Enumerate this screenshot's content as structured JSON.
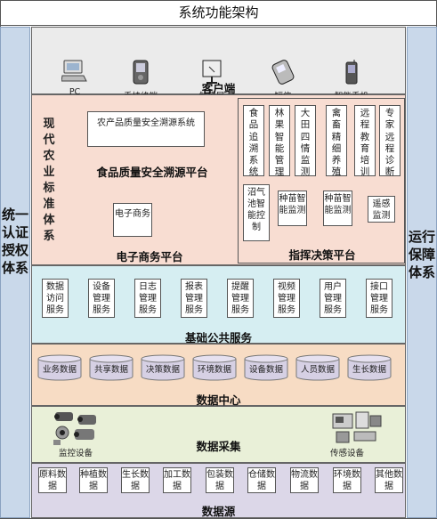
{
  "title": "系统功能架构",
  "left_side": "统一认证授权体系",
  "right_side": "运行保障体系",
  "client": {
    "label": "客户端",
    "devices": [
      {
        "icon": "pc-icon",
        "label": "PC"
      },
      {
        "icon": "handheld-terminal-icon",
        "label": "手持终端"
      },
      {
        "icon": "touchscreen-icon",
        "label": "触摸屏"
      },
      {
        "icon": "sms-phone-icon",
        "label": "短信"
      },
      {
        "icon": "smartphone-icon",
        "label": "智能手机"
      }
    ]
  },
  "standards": {
    "label": "现代农业标准体系"
  },
  "traceability": {
    "label": "食品质量安全溯源平台",
    "box": "农产品质量安全溯源系统"
  },
  "ecommerce": {
    "label": "电子商务平台",
    "box": "电子商务"
  },
  "command": {
    "label": "指挥决策平台",
    "top_boxes": [
      "食品追溯系统",
      "林果智能管理",
      "大田四情监测",
      "禽畜精细养殖",
      "远程教育培训",
      "专家远程诊断"
    ],
    "bottom_boxes": [
      "沼气池智能控制",
      "种苗智能监测",
      "种苗智能监测",
      "遥感监测"
    ]
  },
  "public_services": {
    "label": "基础公共服务",
    "items": [
      "数据访问服务",
      "设备管理服务",
      "日志管理服务",
      "报表管理服务",
      "提醒管理服务",
      "视频管理服务",
      "用户管理服务",
      "接口管理服务"
    ]
  },
  "data_center": {
    "label": "数据中心",
    "items": [
      "业务数据",
      "共享数据",
      "决策数据",
      "环境数据",
      "设备数据",
      "人员数据",
      "生长数据"
    ]
  },
  "collection": {
    "label": "数据采集",
    "left": "监控设备",
    "right": "传感设备"
  },
  "data_source": {
    "label": "数据源",
    "items": [
      "原料数据",
      "种植数据",
      "生长数据",
      "加工数据",
      "包装数据",
      "仓储数据",
      "物流数据",
      "环境数据",
      "其他数据"
    ]
  },
  "colors": {
    "side": "#c9d8ea",
    "client": "#ebebeb",
    "platform": "#f8ddd2",
    "public": "#d6eef2",
    "datacenter": "#f7dcc4",
    "collection": "#e9f0d8",
    "datasource": "#dcd7e8"
  }
}
